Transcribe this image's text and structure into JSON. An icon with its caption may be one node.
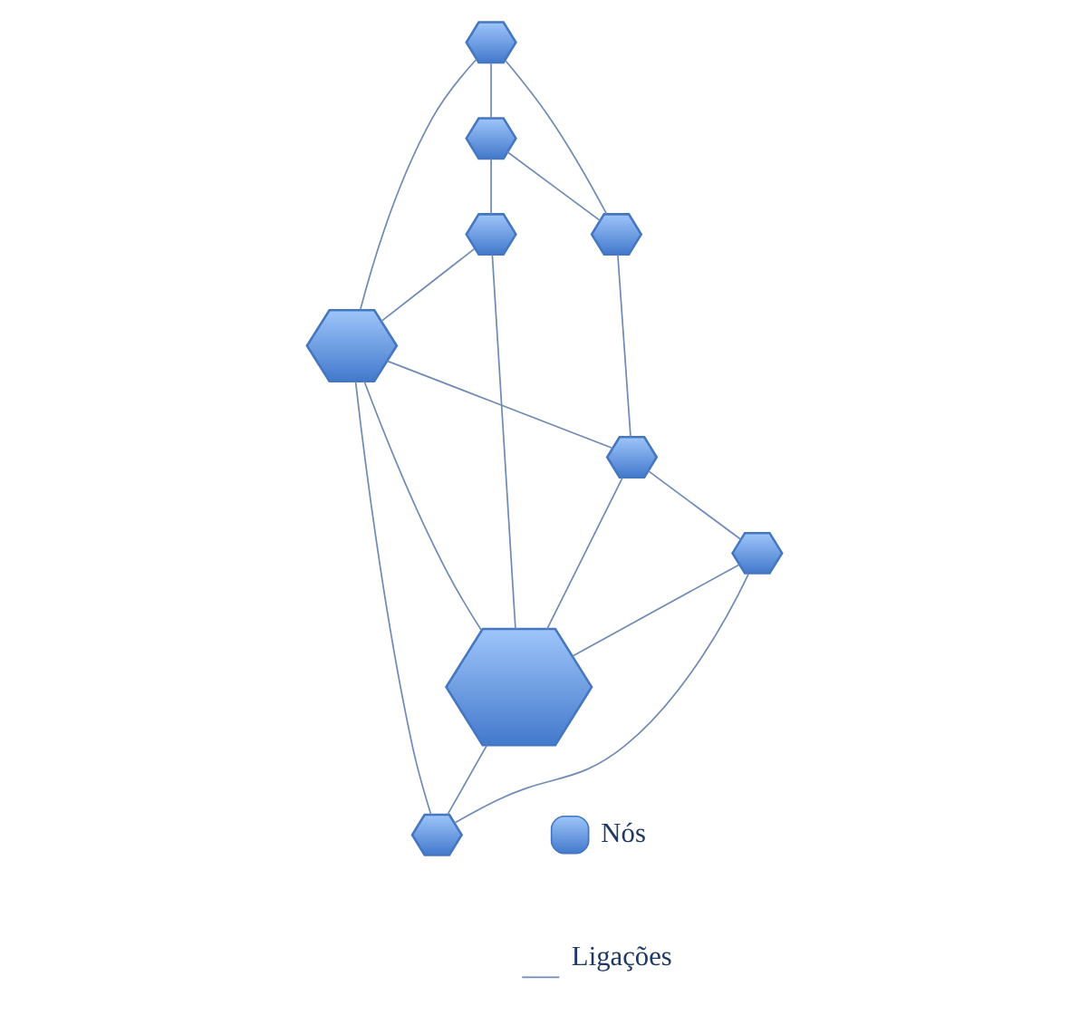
{
  "diagram": {
    "nodes": [
      {
        "text": [],
        "shape": "hexagon"
      },
      {
        "text": [],
        "shape": "hexagon"
      },
      {
        "text": [],
        "shape": "hexagon"
      },
      {
        "text": [],
        "shape": "hexagon"
      },
      {
        "text": [],
        "shape": "hexagon"
      },
      {
        "text": [],
        "shape": "hexagon"
      },
      {
        "text": [],
        "shape": "hexagon"
      },
      {
        "text": [],
        "shape": "hexagon"
      },
      {
        "text": [],
        "shape": "hexagon"
      }
    ],
    "edges": [
      {
        "from": 0,
        "to": 1,
        "arrow": "none"
      },
      {
        "from": 0,
        "to": 2,
        "arrow": "none"
      },
      {
        "from": 0,
        "to": 3,
        "arrow": "none"
      },
      {
        "from": 2,
        "to": 1,
        "arrow": "none"
      },
      {
        "from": 2,
        "to": 4,
        "arrow": "none"
      },
      {
        "from": 4,
        "to": 3,
        "arrow": "none"
      },
      {
        "from": 1,
        "to": 5,
        "arrow": "none"
      },
      {
        "from": 3,
        "to": 5,
        "arrow": "none"
      },
      {
        "from": 3,
        "to": 8,
        "arrow": "none"
      },
      {
        "from": 4,
        "to": 7,
        "arrow": "none"
      },
      {
        "from": 3,
        "to": 7,
        "arrow": "none"
      },
      {
        "from": 5,
        "to": 7,
        "arrow": "none"
      },
      {
        "from": 5,
        "to": 6,
        "arrow": "none"
      },
      {
        "from": 6,
        "to": 7,
        "arrow": "none"
      },
      {
        "from": 6,
        "to": 8,
        "arrow": "none"
      },
      {
        "from": 7,
        "to": 8,
        "arrow": "none"
      }
    ],
    "legend": [
      {
        "text": "Nós"
      },
      {
        "text": "Ligações"
      }
    ]
  }
}
